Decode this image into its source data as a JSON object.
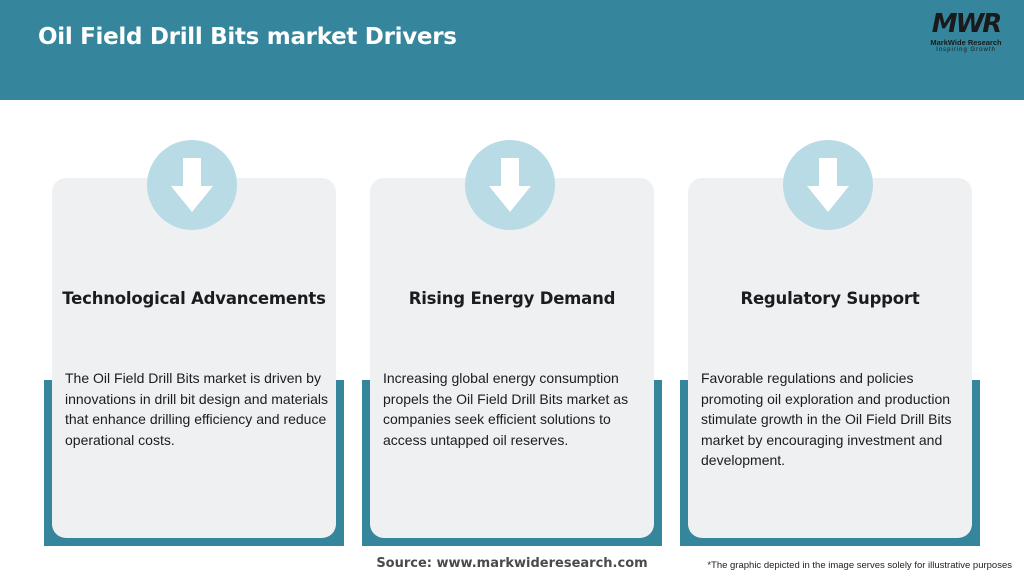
{
  "header": {
    "title": "Oil Field Drill Bits market Drivers",
    "bg_color": "#35869c"
  },
  "logo": {
    "mark": "MWR",
    "name": "MarkWide Research",
    "tagline": "Inspiring Growth"
  },
  "cards": [
    {
      "icon": "down-arrow-icon",
      "title": "Technological Advancements",
      "body": "The Oil Field Drill Bits market is driven by innovations in drill bit design and materials that enhance drilling efficiency and reduce operational costs."
    },
    {
      "icon": "down-arrow-icon",
      "title": "Rising Energy Demand",
      "body": "Increasing global energy consumption propels the Oil Field Drill Bits market as companies seek efficient solutions to access untapped oil reserves."
    },
    {
      "icon": "down-arrow-icon",
      "title": "Regulatory Support",
      "body": "Favorable regulations and policies promoting oil exploration and production stimulate growth in the Oil Field Drill Bits market by encouraging investment and development."
    }
  ],
  "footer": {
    "source": "Source: www.markwideresearch.com",
    "disclaimer": "*The graphic depicted in the image serves solely for illustrative purposes"
  },
  "colors": {
    "accent": "#35869c",
    "card_bg": "#eef0f2",
    "icon_circle": "#b9dbe6"
  }
}
